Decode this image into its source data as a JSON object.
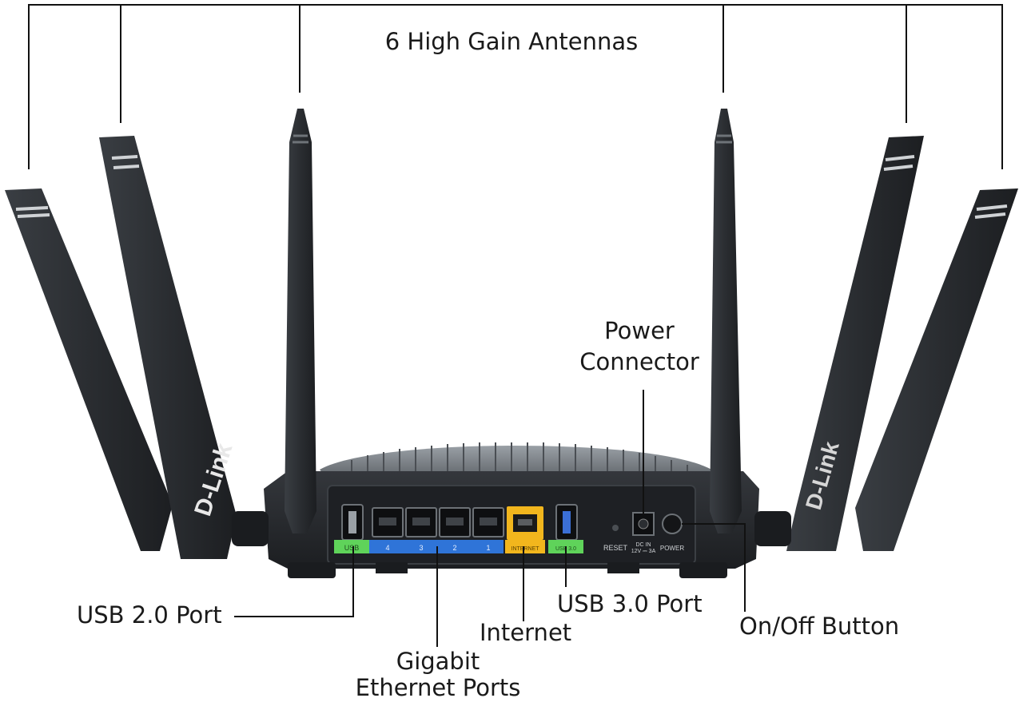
{
  "labels": {
    "antennas": "6 High Gain Antennas",
    "power_connector_line1": "Power",
    "power_connector_line2": "Connector",
    "usb2": "USB 2.0 Port",
    "gigabit_line1": "Gigabit",
    "gigabit_line2": "Ethernet Ports",
    "internet": "Internet",
    "usb3": "USB 3.0 Port",
    "onoff": "On/Off Button"
  },
  "brand": "D-Link",
  "panel": {
    "usb_tag": "USB",
    "lan_numbers": [
      "4",
      "3",
      "2",
      "1"
    ],
    "internet_tag": "INTERNET",
    "usb3_tag": "USB 3.0",
    "reset": "RESET",
    "dc_in_line1": "DC IN",
    "dc_in_line2": "12V ⎓ 3A",
    "power": "POWER"
  },
  "colors": {
    "body": "#25282c",
    "antenna": "#2a2d31",
    "usb2_tag": "#5fd35a",
    "lan_strip": "#2f74d8",
    "internet_port": "#f2b61d",
    "usb3_port": "#3b6fd6",
    "line": "#111111"
  }
}
